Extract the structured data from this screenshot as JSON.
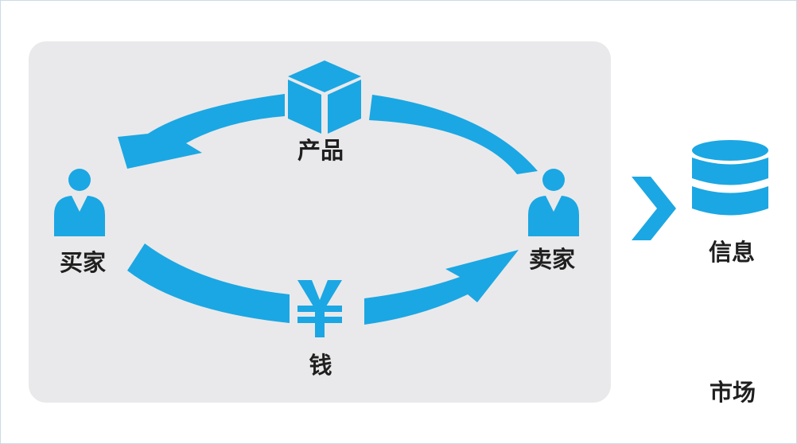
{
  "colors": {
    "accent": "#1ba7e3",
    "panel": "#e9e9eb",
    "text": "#1f1f1f"
  },
  "diagram": {
    "nodes": {
      "product": {
        "label": "产品",
        "icon": "box-icon"
      },
      "buyer": {
        "label": "买家",
        "icon": "user-icon"
      },
      "seller": {
        "label": "卖家",
        "icon": "user-icon"
      },
      "money": {
        "label": "钱",
        "icon": "yuan-icon"
      },
      "info": {
        "label": "信息",
        "icon": "database-icon"
      },
      "market": {
        "label": "市场"
      }
    }
  }
}
